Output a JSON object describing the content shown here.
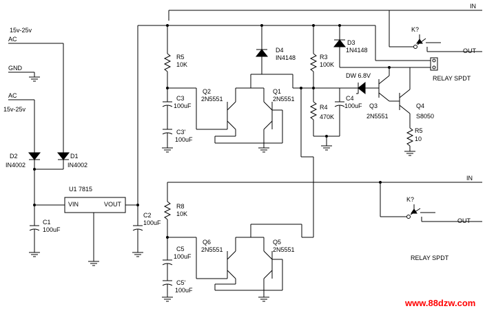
{
  "labels": {
    "supply_top": "15v-25v",
    "supply_bottom": "15v-25v",
    "ac_top": "AC",
    "ac_bottom": "AC",
    "gnd": "GND",
    "d2_ref": "D2",
    "d2_val": "IN4002",
    "d1_ref": "D1",
    "d1_val": "IN4002",
    "u1": "U1  7815",
    "vin": "VIN",
    "vout": "VOUT",
    "c1_ref": "C1",
    "c1_val": "100uF",
    "c2_ref": "C2",
    "c2_val": "100uF",
    "r5_ref": "R5",
    "r5_val": "10K",
    "c3_ref": "C3",
    "c3_val": "100uF",
    "c3p_ref": "C3'",
    "c3p_val": "100uF",
    "q2_ref": "Q2",
    "q2_val": "2N5551",
    "q1_ref": "Q1",
    "q1_val": "2N5551",
    "d4_ref": "D4",
    "d4_val": "IN4148",
    "r3_ref": "R3",
    "r3_val": "100K",
    "d3_ref": "D3",
    "d3_val": "1N4148",
    "r4_ref": "R4",
    "r4_val": "470K",
    "c4_ref": "C4",
    "c4_val": "100uF",
    "dw": "DW 6.8V",
    "q3_ref": "Q3",
    "q3_val": "2N5551",
    "q4_ref": "Q4",
    "q4_val": "S8050",
    "r5b_ref": "R5",
    "r5b_val": "10",
    "k_top": "K?",
    "in_top": "IN",
    "out_top": "OUT",
    "relay_top": "RELAY SPDT",
    "r8_ref": "R8",
    "r8_val": "10K",
    "c5_ref": "C5",
    "c5_val": "100uF",
    "c5p_ref": "C5'",
    "c5p_val": "100uF",
    "q6_ref": "Q6",
    "q6_val": "2N5551",
    "q5_ref": "Q5",
    "q5_val": "2N5551",
    "k_bottom": "K?",
    "in_bottom": "IN",
    "out_bottom": "OUT",
    "relay_bottom": "RELAY SPDT",
    "watermark": "www.88dzw.com"
  },
  "colors": {
    "wire": "#000000",
    "watermark": "#ff0000"
  }
}
